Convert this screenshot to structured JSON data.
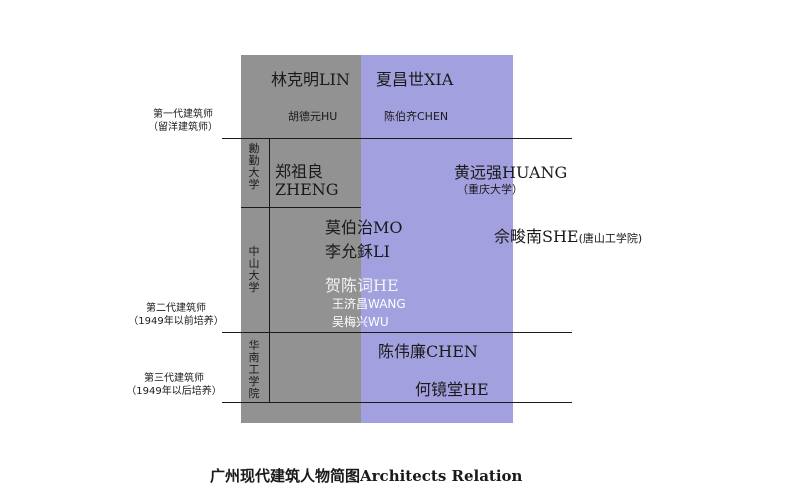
{
  "generations": {
    "first": [
      "第一代建筑师",
      "（留洋建筑师）"
    ],
    "second": [
      "第二代建筑师",
      "（1949年以前培养）"
    ],
    "third": [
      "第三代建筑师",
      "（1949年以后培养）"
    ]
  },
  "schools": {
    "qinqin": "勷勤大学",
    "zhongshan": "中山大学",
    "huanan": "华南工学院"
  },
  "architects": {
    "lin": "林克明LIN",
    "xia": "夏昌世XIA",
    "hu": "胡德元HU",
    "chen_boqi": "陈伯齐CHEN",
    "zheng_1": "郑祖良",
    "zheng_2": "ZHENG",
    "huang": "黄远强HUANG",
    "huang_school": "（重庆大学）",
    "mo": "莫伯治MO",
    "li": "李允鉌LI",
    "she": "佘畯南SHE",
    "she_school": "(唐山工学院)",
    "he_chenci": "贺陈词HE",
    "wang": "王济昌WANG",
    "wu": "吴梅兴WU",
    "chen_weilian": "陈伟廉CHEN",
    "he_jingtang": "何镜堂HE"
  },
  "caption": {
    "zh": "广州现代建筑人物简图",
    "en": "Architects Relation"
  },
  "colors": {
    "gray_column": "#929292",
    "blue_column": "#a3a0df"
  }
}
